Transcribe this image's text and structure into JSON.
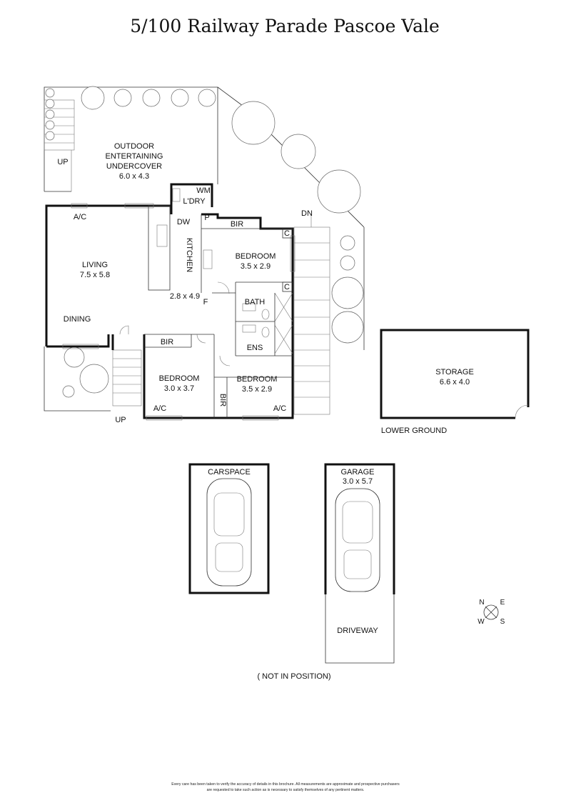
{
  "title": "5/100 Railway Parade Pascoe Vale",
  "rooms": {
    "outdoor": {
      "name_1": "OUTDOOR",
      "name_2": "ENTERTAINING",
      "name_3": "UNDERCOVER",
      "dims": "6.0 x 4.3"
    },
    "living": {
      "name": "LIVING",
      "dims": "7.5 x 5.8"
    },
    "dining": {
      "name": "DINING"
    },
    "kitchen": {
      "name": "KITCHEN",
      "dims": "2.8 x 4.9"
    },
    "laundry": {
      "name": "L'DRY"
    },
    "bedroom1": {
      "name": "BEDROOM",
      "dims": "3.5 x 2.9"
    },
    "bedroom2": {
      "name": "BEDROOM",
      "dims": "3.0 x 3.7"
    },
    "bedroom3": {
      "name": "BEDROOM",
      "dims": "3.5 x 2.9"
    },
    "bath": {
      "name": "BATH"
    },
    "ensuite": {
      "name": "ENS"
    },
    "storage": {
      "name": "STORAGE",
      "dims": "6.6 x 4.0"
    },
    "carspace": {
      "name": "CARSPACE"
    },
    "garage": {
      "name": "GARAGE",
      "dims": "3.0 x 5.7"
    },
    "driveway": {
      "name": "DRIVEWAY"
    }
  },
  "labels": {
    "up": "UP",
    "dn": "DN",
    "ac": "A/C",
    "wm": "WM",
    "dw": "DW",
    "pantry": "P",
    "fridge": "F",
    "bir": "BIR",
    "cupboard": "C",
    "lower_ground": "LOWER GROUND",
    "not_in_position": "( NOT IN POSITION)"
  },
  "compass": {
    "n": "N",
    "e": "E",
    "s": "S",
    "w": "W"
  },
  "disclaimer": {
    "line1": "Every care has been taken to verify the accuracy of details in this brochure. All measurements are approximate and prospective purchasers",
    "line2": "are requested to take such action as is necessary to satisfy themselves of any pertinent matters."
  }
}
